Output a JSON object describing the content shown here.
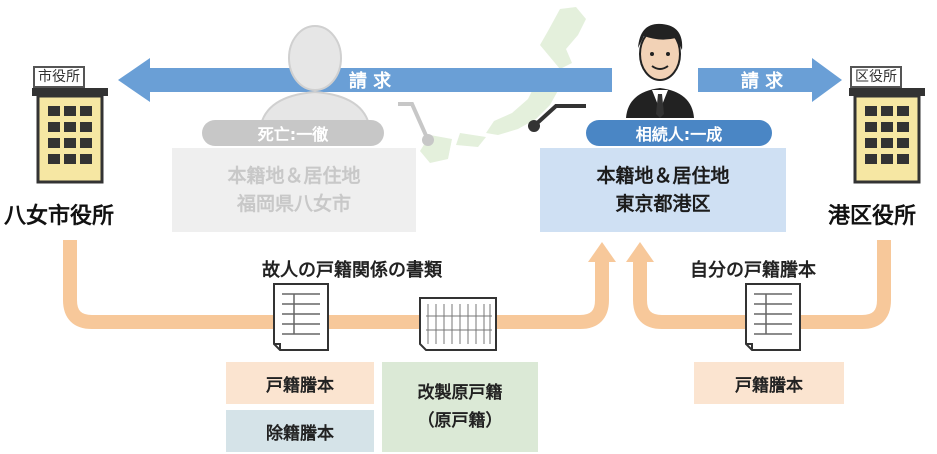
{
  "colors": {
    "arrow_blue": "#6a9fd6",
    "flow_orange": "#f7c89a",
    "pill_blue": "#4a86c5",
    "pill_grey": "#c7c7c7",
    "box_blue": "#cfe0f3",
    "box_grey": "#efefef",
    "peach": "#fbe4d0",
    "bluegrey": "#d5e3e8",
    "green": "#dbe9d6",
    "building_yellow": "#f6e7a3",
    "map_green": "#e4f0dc"
  },
  "offices": {
    "left_sign": "市役所",
    "left_name": "八女市役所",
    "right_sign": "区役所",
    "right_name": "港区役所"
  },
  "arrows": {
    "left_request": "請 求",
    "right_request": "請 求"
  },
  "deceased": {
    "pill": "死亡:一徹",
    "box_line1": "本籍地＆居住地",
    "box_line2": "福岡県八女市"
  },
  "heir": {
    "pill": "相続人:一成",
    "box_line1": "本籍地＆居住地",
    "box_line2": "東京都港区"
  },
  "captions": {
    "deceased_docs": "故人の戸籍関係の書類",
    "own_docs": "自分の戸籍謄本"
  },
  "documents": {
    "koseki_tohon_left": "戸籍謄本",
    "joseki_tohon": "除籍謄本",
    "kaisei_line1": "改製原戸籍",
    "kaisei_line2": "（原戸籍）",
    "koseki_tohon_right": "戸籍謄本"
  },
  "icons": [
    "building-icon",
    "person-icon",
    "deceased-person-icon",
    "japan-map-icon",
    "document-icon",
    "old-register-icon"
  ]
}
